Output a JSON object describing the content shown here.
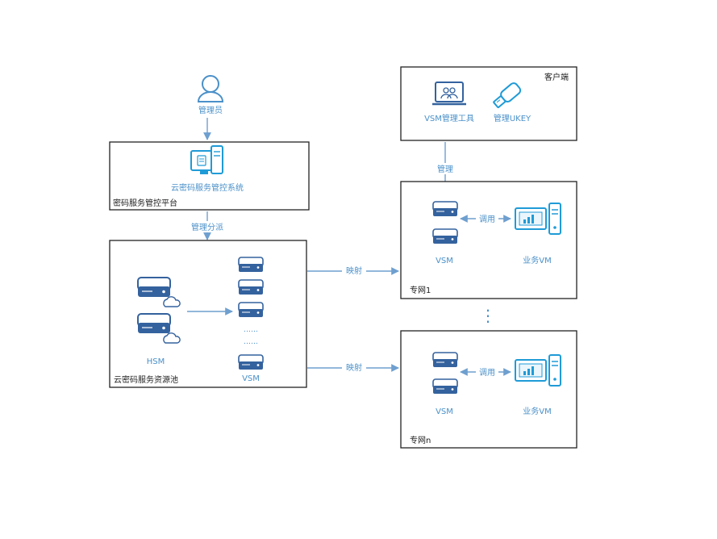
{
  "nodes": {
    "admin": "管理员",
    "mgmt_system": "云密码服务管控系统",
    "mgmt_platform": "密码服务管控平台",
    "resource_pool": "云密码服务资源池",
    "hsm": "HSM",
    "vsm_pool": "VSM",
    "client": "客户端",
    "vsm_tool": "VSM管理工具",
    "ukey": "管理UKEY",
    "net1": "专网1",
    "netn": "专网n",
    "vsm_net1": "VSM",
    "vm_net1": "业务VM",
    "vsm_netn": "VSM",
    "vm_netn": "业务VM",
    "ellipsis_pool": "……",
    "ellipsis_nets": "⋮"
  },
  "edges": {
    "dispatch": "管理分派",
    "map1": "映射",
    "mapn": "映射",
    "manage": "管理",
    "call1": "调用",
    "calln": "调用"
  },
  "colors": {
    "accent": "#4a90c9",
    "edge": "#6e9fcf",
    "server": "#34629e",
    "border": "#222222"
  }
}
